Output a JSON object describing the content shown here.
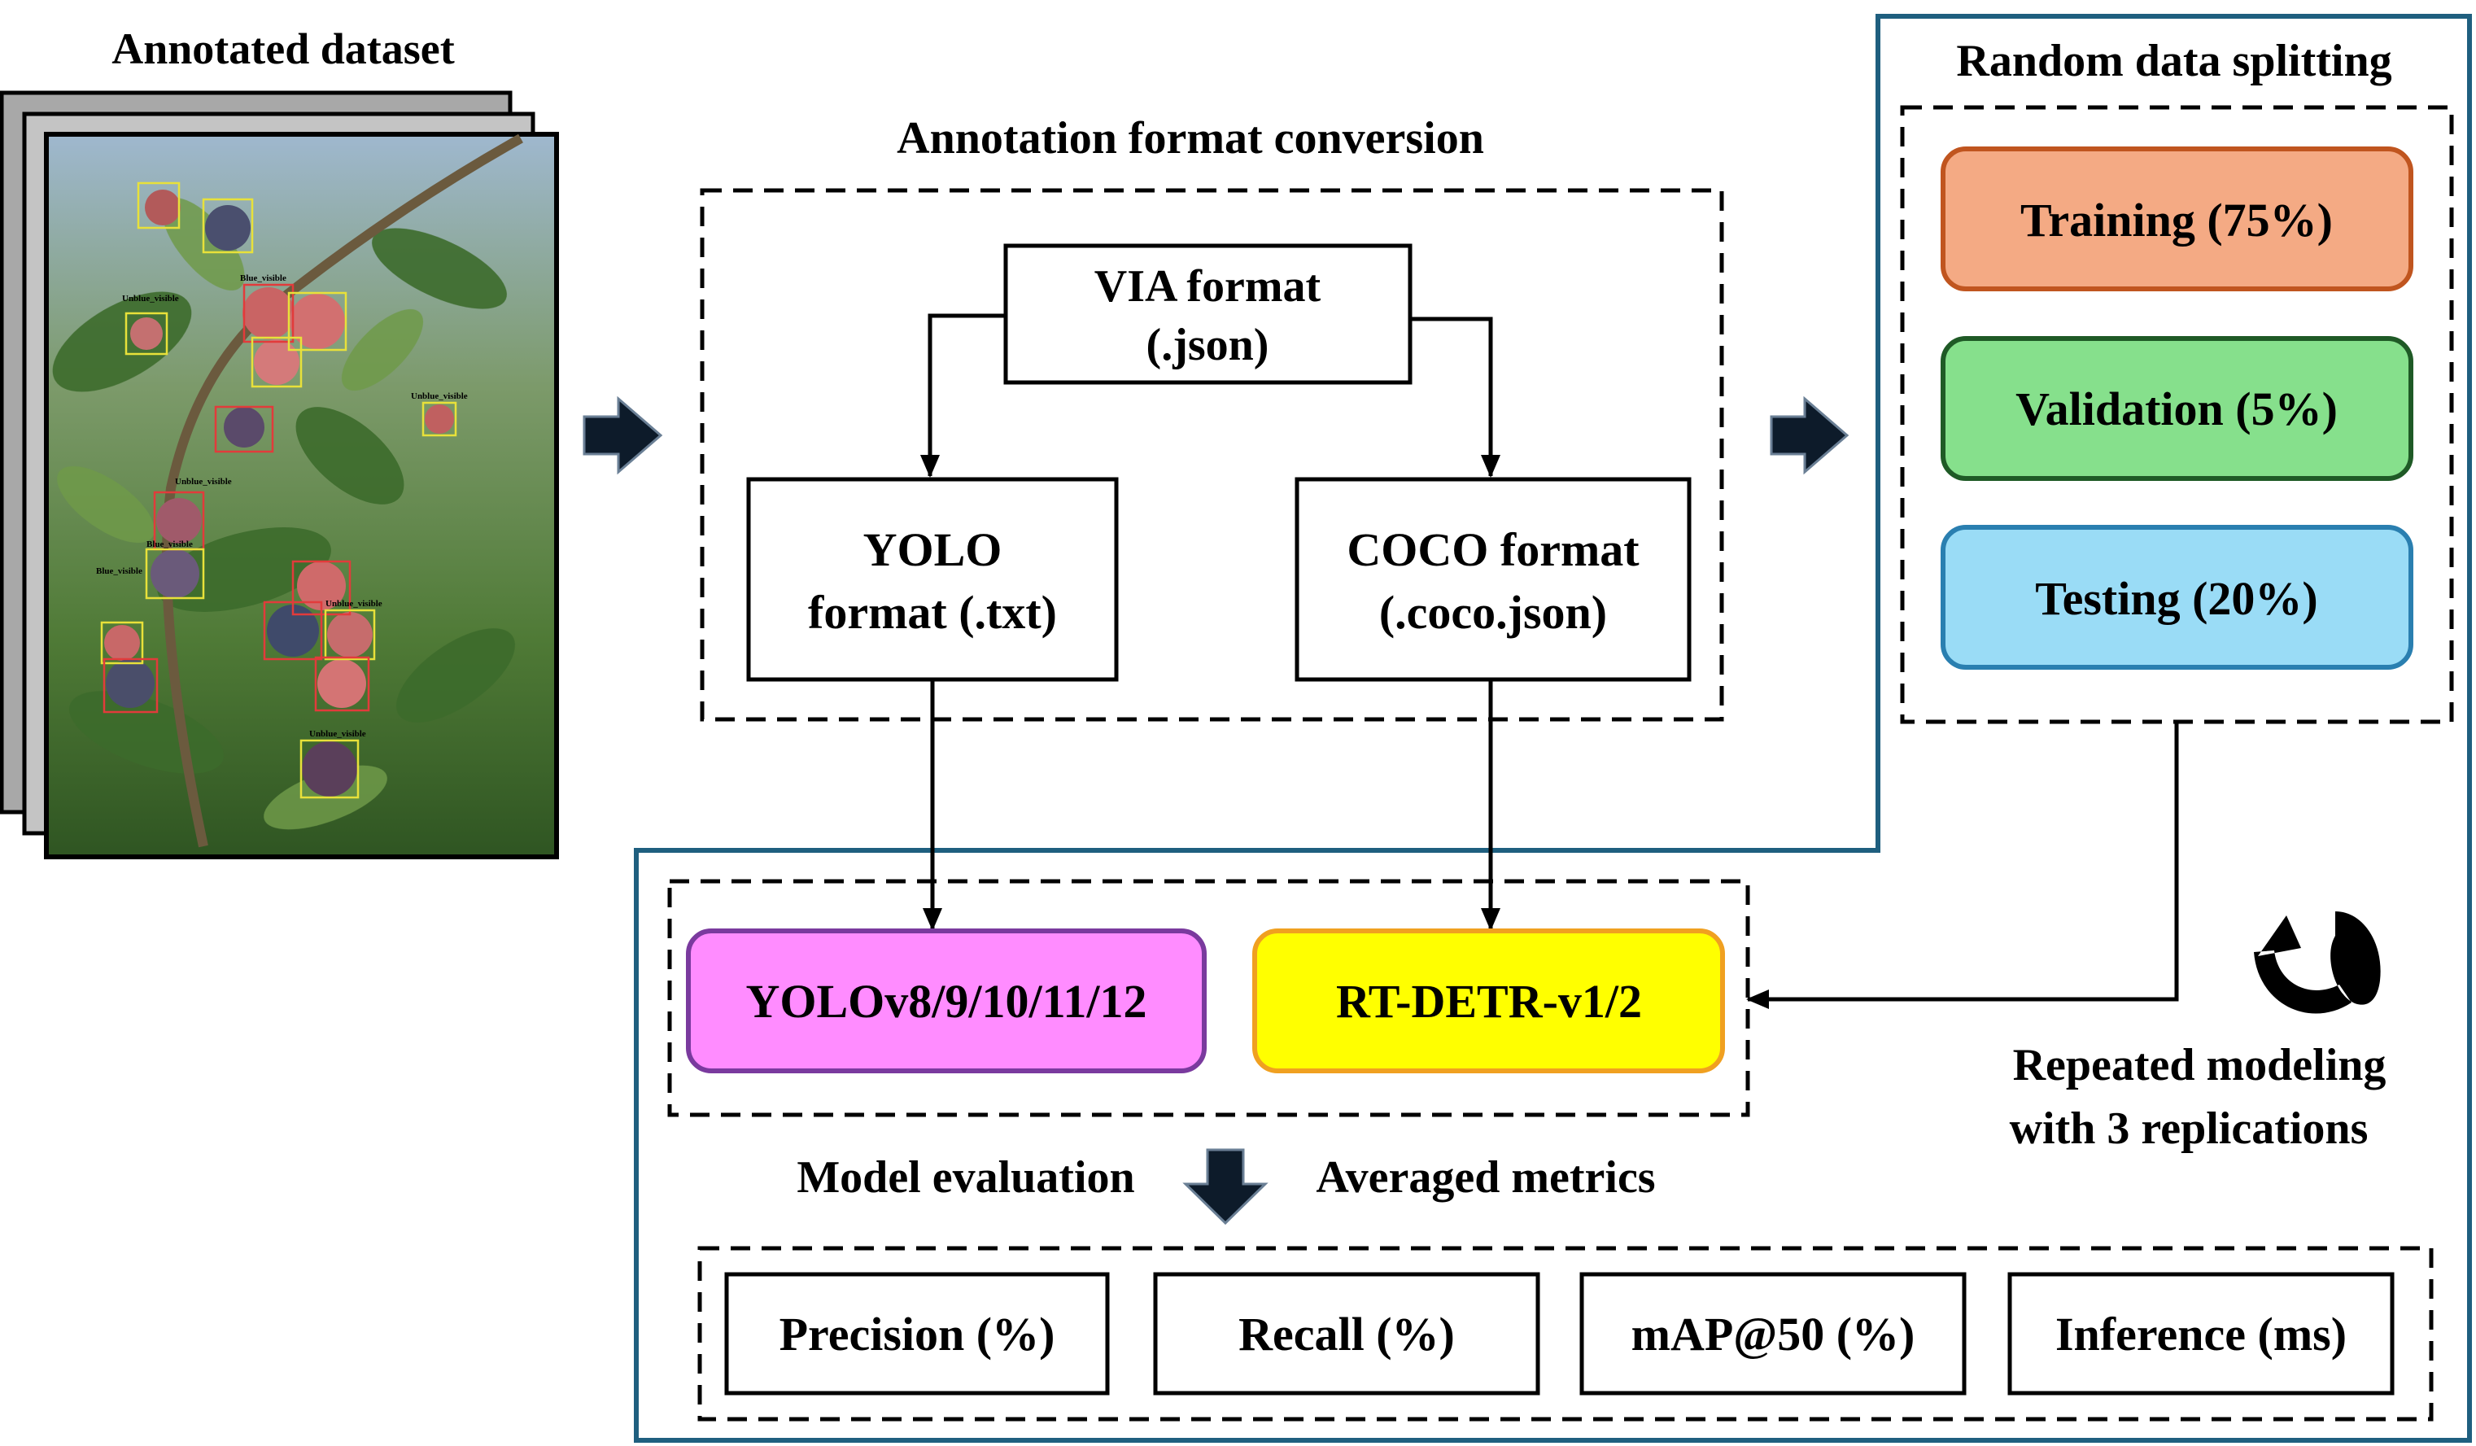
{
  "dataset": {
    "title": "Annotated dataset",
    "boxes": [
      {
        "label": "Unblue_visible",
        "color": "#e8e13a"
      },
      {
        "label": "Blue_visible",
        "color": "#e23b3b"
      }
    ]
  },
  "conversion": {
    "title": "Annotation format conversion",
    "via": {
      "line1": "VIA format",
      "line2": "(.json)"
    },
    "yolo": {
      "line1": "YOLO",
      "line2": "format (.txt)"
    },
    "coco": {
      "line1": "COCO format",
      "line2": "(.coco.json)"
    }
  },
  "splitting": {
    "title": "Random data splitting",
    "training": "Training (75%)",
    "validation": "Validation (5%)",
    "testing": "Testing (20%)"
  },
  "models": {
    "yolo": "YOLOv8/9/10/11/12",
    "rtdetr": "RT-DETR-v1/2"
  },
  "repeat": {
    "line1": "Repeated modeling",
    "line2": "with 3 replications"
  },
  "evaluation": {
    "left": "Model evaluation",
    "right": "Averaged metrics",
    "metrics": [
      "Precision (%)",
      "Recall (%)",
      "mAP@50 (%)",
      "Inference (ms)"
    ]
  },
  "colors": {
    "frame": "#1f5f7f",
    "training_fill": "#f4aa84",
    "training_stroke": "#c0551f",
    "validation_fill": "#86e08c",
    "validation_stroke": "#1f5a26",
    "testing_fill": "#9adcf6",
    "testing_stroke": "#2a7fb0",
    "yolo_fill": "#ff8cff",
    "yolo_stroke": "#7a3a9e",
    "rtdetr_fill": "#ffff00",
    "rtdetr_stroke": "#f0a020",
    "arrow": "#0d1b2a"
  }
}
